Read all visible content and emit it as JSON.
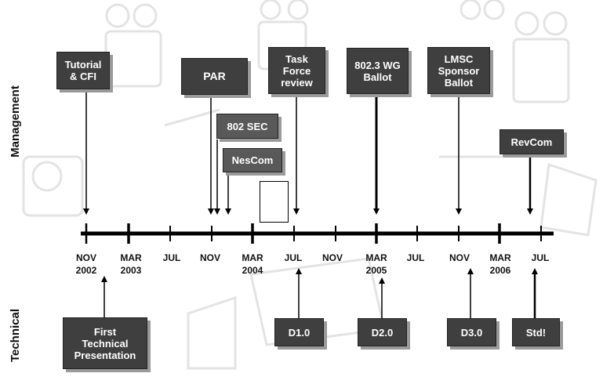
{
  "colors": {
    "box_fill": "#3f3f3f",
    "box_text": "#ffffff",
    "line": "#000000",
    "background": "#ffffff"
  },
  "labels": {
    "management": "Management",
    "technical": "Technical"
  },
  "timeline": [
    {
      "month": "NOV",
      "year": "2002"
    },
    {
      "month": "MAR",
      "year": "2003"
    },
    {
      "month": "JUL",
      "year": ""
    },
    {
      "month": "NOV",
      "year": ""
    },
    {
      "month": "MAR",
      "year": "2004"
    },
    {
      "month": "JUL",
      "year": ""
    },
    {
      "month": "NOV",
      "year": ""
    },
    {
      "month": "MAR",
      "year": "2005"
    },
    {
      "month": "JUL",
      "year": ""
    },
    {
      "month": "NOV",
      "year": ""
    },
    {
      "month": "MAR",
      "year": "2006"
    },
    {
      "month": "JUL",
      "year": ""
    }
  ],
  "management_events": {
    "tutorial": "Tutorial\n& CFI",
    "par": "PAR",
    "sec": "802 SEC",
    "nescom": "NesCom",
    "taskforce": "Task\nForce\nreview",
    "wgballot": "802.3 WG\nBallot",
    "sponsor": "LMSC\nSponsor\nBallot",
    "revcom": "RevCom"
  },
  "technical_events": {
    "first": "First\nTechnical\nPresentation",
    "d10": "D1.0",
    "d20": "D2.0",
    "d30": "D3.0",
    "std": "Std!"
  }
}
